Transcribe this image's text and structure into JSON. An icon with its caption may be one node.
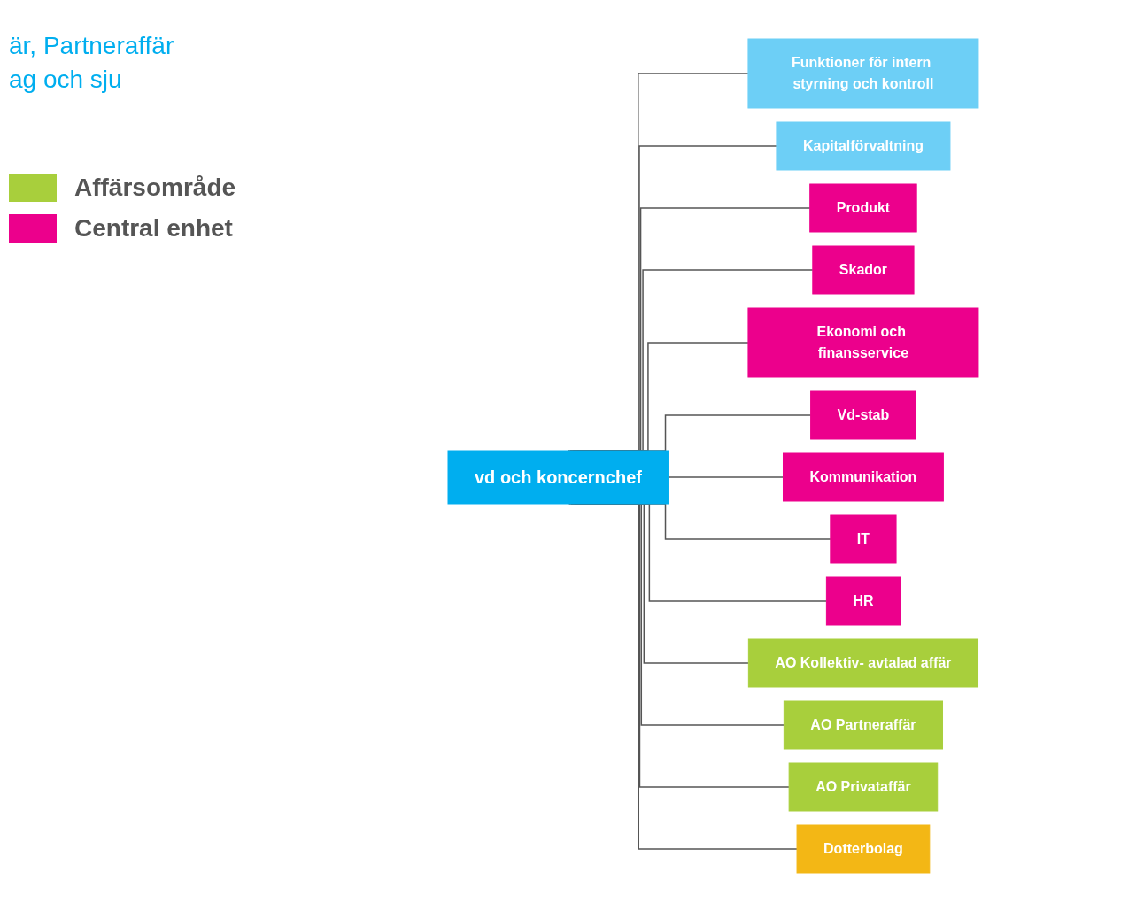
{
  "diagram": {
    "nodes": [
      {
        "text": [
          "vd och koncernchef"
        ]
      },
      {
        "text": [
          "Funktioner för intern styrning och kontroll"
        ]
      },
      {
        "text": [
          "Kapitalförvaltning"
        ]
      },
      {
        "text": [
          "Produkt"
        ]
      },
      {
        "text": [
          "Skador"
        ]
      },
      {
        "text": [
          "Ekonomi och finansservice"
        ]
      },
      {
        "text": [
          "Vd-stab"
        ]
      },
      {
        "text": [
          "Kommunikation"
        ]
      },
      {
        "text": [
          "IT"
        ]
      },
      {
        "text": [
          "HR"
        ]
      },
      {
        "text": [
          "AO Kollektiv- avtalad affär"
        ]
      },
      {
        "text": [
          "AO Partneraffär"
        ]
      },
      {
        "text": [
          "AO Privataffär"
        ]
      },
      {
        "text": [
          "Dotterbolag"
        ]
      }
    ],
    "edges": [
      {
        "from": 0,
        "to": 1,
        "arrow": "none"
      },
      {
        "from": 0,
        "to": 2,
        "arrow": "none"
      },
      {
        "from": 0,
        "to": 3,
        "arrow": "none"
      },
      {
        "from": 0,
        "to": 4,
        "arrow": "none"
      },
      {
        "from": 0,
        "to": 5,
        "arrow": "none"
      },
      {
        "from": 0,
        "to": 6,
        "arrow": "none"
      },
      {
        "from": 0,
        "to": 7,
        "arrow": "none"
      },
      {
        "from": 0,
        "to": 8,
        "arrow": "none"
      },
      {
        "from": 0,
        "to": 9,
        "arrow": "none"
      },
      {
        "from": 0,
        "to": 10,
        "arrow": "none"
      },
      {
        "from": 0,
        "to": 11,
        "arrow": "none"
      },
      {
        "from": 0,
        "to": 12,
        "arrow": "none"
      },
      {
        "from": 0,
        "to": 13,
        "arrow": "none"
      }
    ],
    "labels": [
      "är, Partneraffär",
      "ag och sju"
    ],
    "legend": [
      {
        "text": "Affärsområde",
        "color": "#a8cf3c"
      },
      {
        "text": "Central enhet",
        "color": "#ec008c"
      }
    ]
  }
}
